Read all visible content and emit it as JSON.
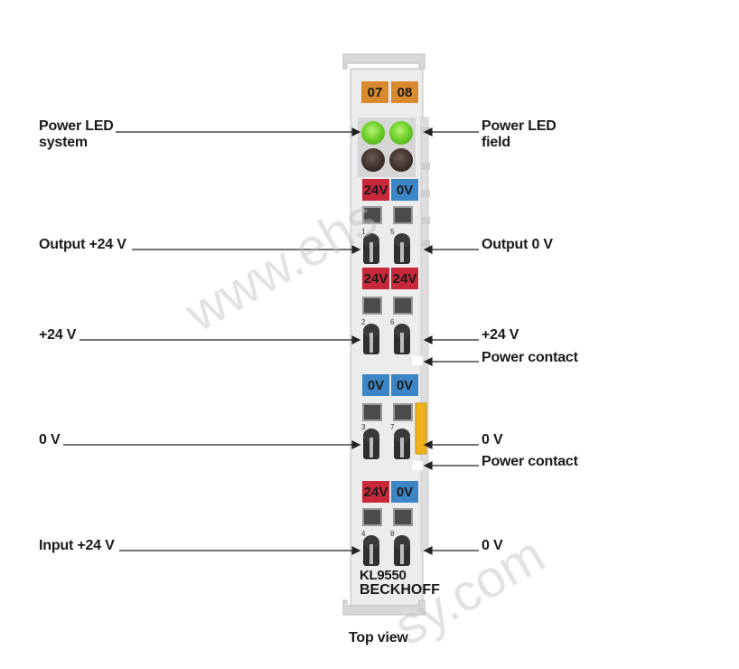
{
  "figure": {
    "device": {
      "model": "KL9550",
      "brand": "BECKHOFF",
      "top_badges": [
        "07",
        "08"
      ],
      "terminal_badges": [
        [
          "24V",
          "0V"
        ],
        [
          "24V",
          "24V"
        ],
        [
          "0V",
          "0V"
        ],
        [
          "24V",
          "0V"
        ]
      ],
      "terminal_numbers": [
        [
          "1",
          "5"
        ],
        [
          "2",
          "6"
        ],
        [
          "3",
          "7"
        ],
        [
          "4",
          "8"
        ]
      ]
    },
    "labels_left": [
      "Power LED system",
      "Output +24 V",
      "+24 V",
      "0 V",
      "Input +24 V"
    ],
    "labels_right": [
      "Power LED field",
      "Output 0 V",
      "+24 V",
      "Power contact",
      "0 V",
      "Power contact",
      "0 V"
    ],
    "caption": "Top view",
    "watermark": [
      "www.ehs",
      "sy.com"
    ],
    "colors": {
      "badge_orange": "#d98a2e",
      "badge_red": "#c8283a",
      "badge_blue": "#3d86c6",
      "led_on": "#6fd22a",
      "housing": "#e4e4e4"
    }
  }
}
